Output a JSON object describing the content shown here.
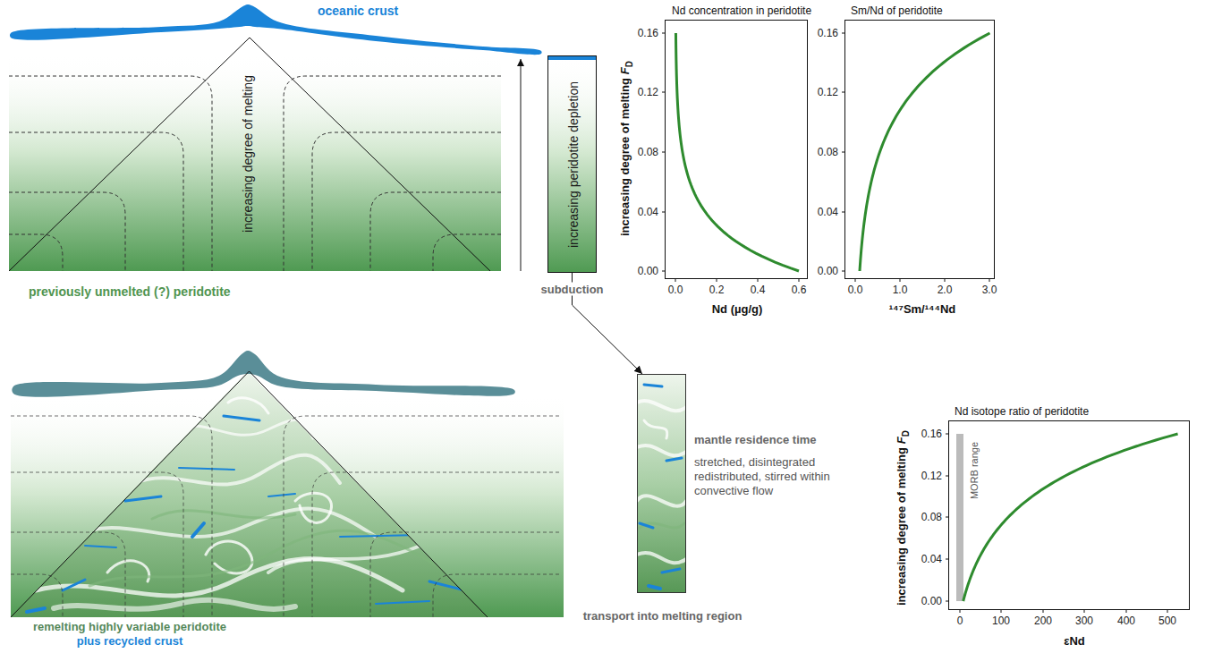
{
  "diagram": {
    "nodes": [
      {
        "text": [
          "increasing degree of melting",
          "previously unmelted (?) peridotite"
        ]
      },
      {
        "text": [
          "increasing peridotite depletion"
        ]
      },
      {
        "text": [
          "mantle residence time",
          "stretched, disintegrated redistributed, stirred within convective flow",
          "transport into melting region"
        ]
      },
      {
        "text": [
          "remelting highly variable peridotite",
          "plus recycled crust"
        ]
      },
      {
        "text": [
          "Nd concentration in peridotite",
          "increasing degree of melting",
          "F",
          "D",
          "Nd (µg/g)"
        ]
      },
      {
        "text": [
          "Sm/Nd of peridotite",
          "¹⁴⁷Sm/¹⁴⁴Nd"
        ]
      },
      {
        "text": [
          "Nd isotope ratio of peridotite",
          "increasing degree of melting",
          "F",
          "D",
          "MORB range",
          "εNd"
        ]
      }
    ],
    "edges": [
      {
        "from": 1,
        "to": 2,
        "arrow": "to",
        "label": "subduction"
      }
    ],
    "labels": [
      "oceanic crust",
      "0.16",
      "0.12",
      "0.08",
      "0.04",
      "0.00",
      "0.0",
      "0.2",
      "0.4",
      "0.6",
      "0.16",
      "0.12",
      "0.08",
      "0.04",
      "0.00",
      "0.0",
      "1.0",
      "2.0",
      "3.0",
      "0.16",
      "0.12",
      "0.08",
      "0.04",
      "0.00",
      "0",
      "100",
      "200",
      "300",
      "400",
      "500"
    ]
  }
}
